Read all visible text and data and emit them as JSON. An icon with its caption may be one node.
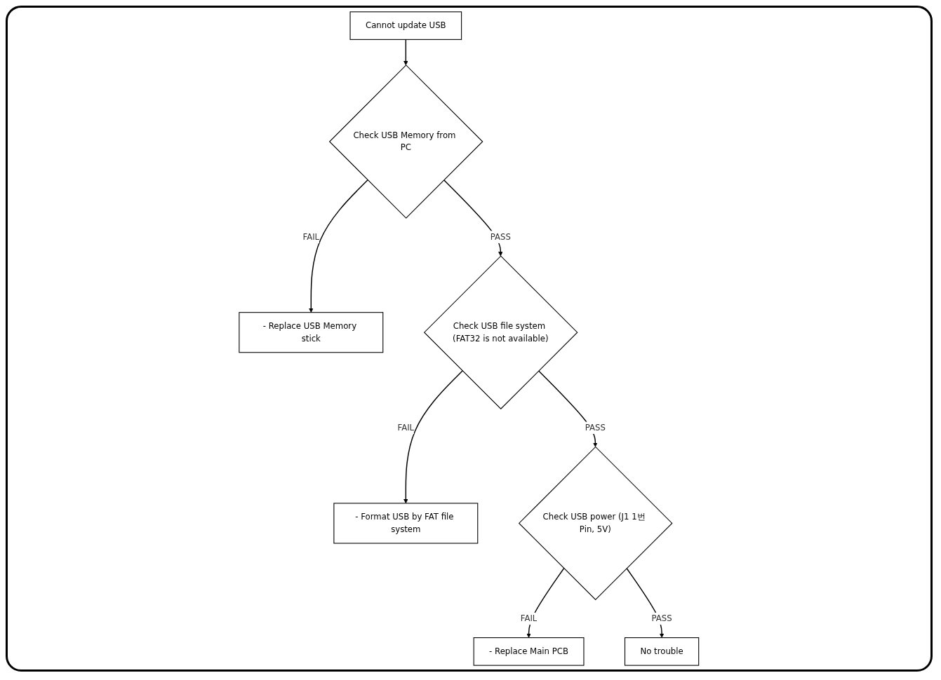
{
  "diagram": {
    "nodes": [
      {
        "text": [
          "Cannot update USB"
        ]
      },
      {
        "text": [
          "Check USB Memory from PC"
        ]
      },
      {
        "text": [
          "- Replace USB Memory stick"
        ]
      },
      {
        "text": [
          "Check USB file system (FAT32 is not available)"
        ]
      },
      {
        "text": [
          "- Format USB by FAT file system"
        ]
      },
      {
        "text": [
          "Check USB power (J1 1번 Pin, 5V)"
        ]
      },
      {
        "text": [
          "- Replace Main PCB"
        ]
      },
      {
        "text": [
          "No trouble"
        ]
      }
    ],
    "edges": [
      {
        "from": 0,
        "to": 1,
        "arrow": "to"
      },
      {
        "from": 1,
        "to": 2,
        "arrow": "to",
        "label": "FAIL"
      },
      {
        "from": 1,
        "to": 3,
        "arrow": "to",
        "label": "PASS"
      },
      {
        "from": 3,
        "to": 4,
        "arrow": "to",
        "label": "FAIL"
      },
      {
        "from": 3,
        "to": 5,
        "arrow": "to",
        "label": "PASS"
      },
      {
        "from": 5,
        "to": 6,
        "arrow": "to",
        "label": "FAIL"
      },
      {
        "from": 5,
        "to": 7,
        "arrow": "to",
        "label": "PASS"
      }
    ]
  }
}
